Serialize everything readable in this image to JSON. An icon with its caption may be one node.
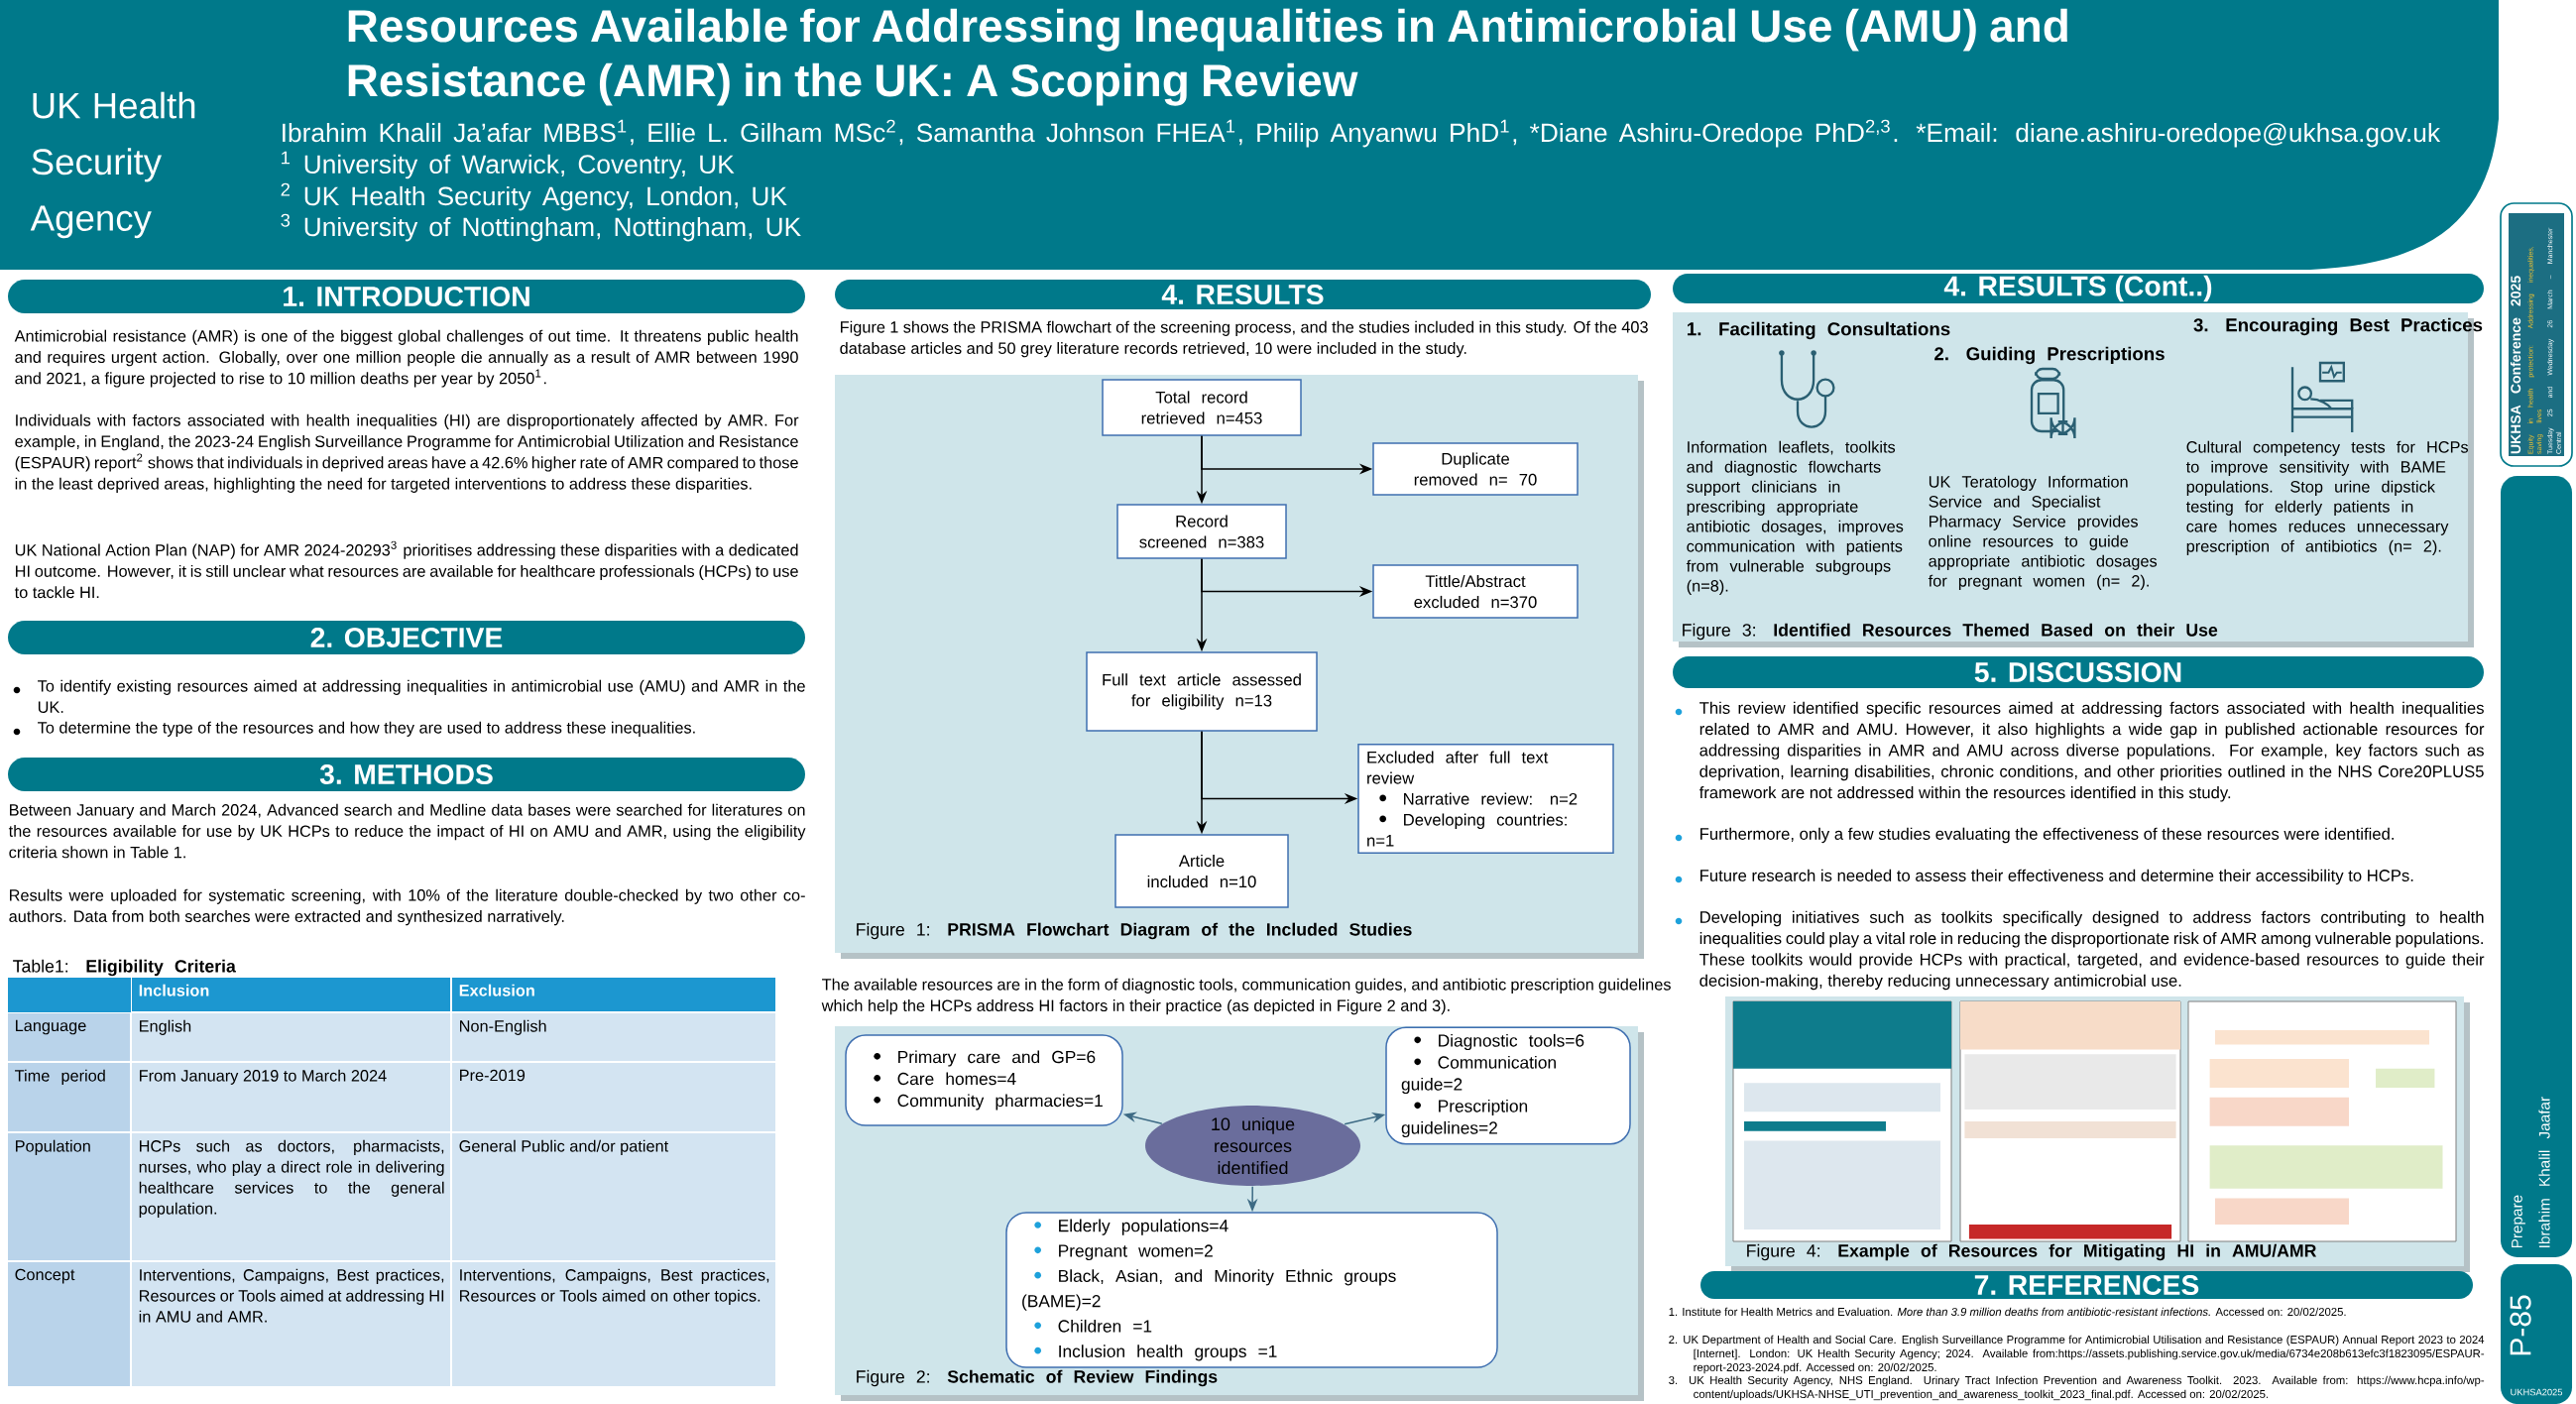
{
  "diagram": {
    "title": "Resources Available for Addressing Inequalities in Antimicrobial Use (AMU) and Resistance (AMR) in the UK: A Scoping Review",
    "nodes": [
      {
        "text": [
          "UK Health Security Agency",
          "Ibrahim Khalil Ja’afar MBBS$^{1}$, Ellie L. Gilham MSc$^{2}$, Samantha Johnson FHEA$^{1}$, Philip Anyanwu PhD$^{1}$, *Diane Ashiru-Oredope PhD$^{2,3}$.",
          "*Email: diane.ashiru-oredope@ukhsa.gov.uk",
          "$^{1}$ University of Warwick, Coventry, UK",
          "$^{2}$ UK Health Security Agency, London, UK",
          "$^{3}$ University of Nottingham, Nottingham, UK"
        ]
      },
      {
        "text": [
          "1. INTRODUCTION"
        ]
      },
      {
        "text": [
          "2. OBJECTIVE"
        ]
      },
      {
        "text": [
          "3. METHODS"
        ]
      },
      {
        "text": [
          "4. RESULTS"
        ]
      },
      {
        "text": [
          "Figure 1: **PRISMA Flowchart Diagram of the Included Studies**"
        ]
      },
      {
        "text": [
          "Total record retrieved n=453"
        ],
        "in": 5
      },
      {
        "text": [
          "Duplicate removed n= 70"
        ],
        "in": 5
      },
      {
        "text": [
          "Record screened n=383"
        ],
        "in": 5
      },
      {
        "text": [
          "Tittle/Abstract excluded n=370"
        ],
        "in": 5
      },
      {
        "text": [
          "Full text article assessed for eligibility n=13"
        ],
        "in": 5
      },
      {
        "text": [
          "Excluded after full text review",
          "Narrative review: n=2",
          "Developing countries: n=1"
        ],
        "in": 5
      },
      {
        "text": [
          "Article included n=10"
        ],
        "in": 5
      },
      {
        "text": [
          "Figure 2: **Schematic of Review Findings**"
        ]
      },
      {
        "text": [
          "Primary care and GP=6",
          "Care homes=4",
          "Community pharmacies=1"
        ],
        "in": 13
      },
      {
        "text": [
          "Diagnostic tools=6",
          "Communication guide=2",
          "Prescription guidelines=2"
        ],
        "in": 13
      },
      {
        "text": [
          "10 unique resources identified"
        ],
        "in": 13
      },
      {
        "text": [
          "Elderly populations=4",
          "Pregnant women=2",
          "Black, Asian, and Minority Ethnic groups (BAME)=2",
          "Children =1",
          "Inclusion health groups =1"
        ],
        "in": 13
      },
      {
        "text": [
          "4. RESULTS (Cont..)"
        ]
      },
      {
        "text": [
          "1. Facilitating Consultations",
          "Information leaflets, toolkits and  diagnostic flowcharts support clinicians in prescribing appropriate antibiotic dosages, improves communication with patients from vulnerable subgroups (n=8).",
          "2. Guiding Prescriptions",
          "UK Teratology Information Service and Specialist Pharmacy Service provides online resources to guide appropriate antibiotic dosages for pregnant women (n= 2).",
          "3. Encouraging Best Practices",
          "Cultural competency tests for HCPs to improve sensitivity with BAME populations. Stop urine dipstick testing for elderly patients in care homes reduces unnecessary prescription of antibiotics (n= 2).",
          "Figure 3:  **Identified Resources Themed Based on their Use**"
        ]
      },
      {
        "text": [
          "5. DISCUSSION"
        ]
      },
      {
        "text": [
          "Figure 4: **Example of Resources for Mitigating HI in AMU/AMR**"
        ]
      },
      {
        "text": [],
        "shape": "picture",
        "in": 21
      },
      {
        "text": [],
        "shape": "picture",
        "in": 21
      },
      {
        "text": [],
        "shape": "picture",
        "in": 21
      },
      {
        "text": [
          "7. REFERENCES"
        ]
      },
      {
        "text": [
          "UKHSA Conference 2025",
          "Equity in health protection: Addressing inequalities, saving lives",
          "Tuesday 25 and Wednesday 26 March – Manchester Central"
        ]
      },
      {
        "text": [
          "Prepare",
          "Ibrahim Khalil Jaafar"
        ]
      },
      {
        "text": [
          "P-85",
          "UKHSA2025"
        ]
      }
    ],
    "edges": [
      {
        "from": 6,
        "to": 8,
        "arrow": "to"
      },
      {
        "from": 6,
        "to": 7,
        "arrow": "to"
      },
      {
        "from": 8,
        "to": 10,
        "arrow": "to"
      },
      {
        "from": 8,
        "to": 9,
        "arrow": "to"
      },
      {
        "from": 10,
        "to": 12,
        "arrow": "to"
      },
      {
        "from": 10,
        "to": 11,
        "arrow": "to"
      },
      {
        "from": 16,
        "to": 14,
        "arrow": "to",
        "color": "#3d6a84"
      },
      {
        "from": 16,
        "to": 15,
        "arrow": "to",
        "color": "#3d6a84"
      },
      {
        "from": 16,
        "to": 17,
        "arrow": "to",
        "color": "#3d6a84"
      }
    ],
    "labels": [
      "Antimicrobial resistance (AMR) is one of the biggest global challenges of out time. It threatens public health and requires urgent action. Globally, over one million people die annually as a result of AMR between 1990 and 2021, a figure projected to rise to 10 million deaths per year by 2050$^{1}$.",
      "Individuals with factors associated with health inequalities (HI) are disproportionately affected by AMR. For example, in England, the 2023-24 English Surveillance Programme for Antimicrobial Utilization and Resistance (ESPAUR) report$^{2}$ shows that individuals in deprived areas have a 42.6% higher rate of AMR compared to those in the least deprived areas, highlighting the need for targeted interventions to address these disparities.",
      "UK National Action Plan (NAP) for AMR 2024-20293$^{3}$ prioritises addressing these disparities with a dedicated HI outcome. However, it is still unclear what resources are available for healthcare professionals (HCPs) to use to tackle HI.",
      "To identify existing resources aimed at addressing inequalities in antimicrobial use (AMU) and AMR in the UK.",
      "To determine the type of the resources and how they are used to address these inequalities.",
      "Between January and March 2024, Advanced search and Medline data bases were searched for literatures on the resources available for use by UK HCPs to reduce the impact of HI on AMU and AMR, using the eligibility criteria shown  in Table 1.",
      "Results were uploaded for systematic screening, with 10% of the literature double-checked by two other co-authors. Data from both searches were extracted and synthesized narratively.",
      "Table1: **Eligibility Criteria**",
      "Inclusion",
      "Exclusion",
      "Language",
      "English",
      "Non-English",
      "Time period",
      "From January 2019 to March 2024",
      "Pre-2019",
      "Population",
      "HCPs such as doctors, pharmacists, nurses,  who play a direct role in delivering healthcare services to the general population.",
      "General Public and/or patient",
      "Concept",
      "Interventions, Campaigns, Best practices, Resources or Tools aimed at addressing HI in AMU and AMR.",
      "Interventions, Campaigns, Best practices, Resources or Tools aimed on other topics.",
      "Figure 1 shows the PRISMA flowchart of the screening process, and the studies included in this study. Of the 403 database articles and 50 grey literature records retrieved, 10 were included in the study.",
      "The available resources are in the form of diagnostic tools, communication guides, and antibiotic prescription guidelines which help the HCPs address HI factors in their practice  (as depicted in Figure 2 and 3).",
      "This review identified specific resources aimed at addressing factors associated with health inequalities related to AMR and AMU. However, it also highlights a wide gap in published actionable resources for addressing disparities in AMR and AMU across diverse populations. For example, key factors such as deprivation, learning disabilities, chronic conditions, and other priorities outlined in the NHS Core20PLUS5 framework are not addressed within the resources identified in this study.",
      "Furthermore, only a few studies evaluating the effectiveness of these resources were identified.",
      "Future research is needed to assess their effectiveness and determine their accessibility to HCPs.",
      "Developing initiatives such as toolkits specifically designed to address factors contributing to health inequalities could play a vital role in reducing the disproportionate risk of AMR among vulnerable populations. These toolkits would provide HCPs with practical, targeted, and evidence-based resources to guide their decision-making, thereby reducing unnecessary antimicrobial use.",
      "1. Institute for Health Metrics and Evaluation. *More than 3.9 million deaths from antibiotic-resistant infections.* Accessed on: 20/02/2025.",
      "2. UK Department of Health and Social Care. English Surveillance Programme for Antimicrobial Utilisation and Resistance (ESPAUR) Annual Report 2023 to 2024 [Internet]. London: UK Health Security Agency; 2024. Available from:https://assets.publishing.service.gov.uk/media/6734e208b613efc3f1823095/ESPAUR-report-2023-2024.pdf. Accessed on: 20/02/2025.",
      "3. UK Health Security Agency, NHS England. Urinary Tract Infection Prevention and Awareness Toolkit. 2023. Available from: https://www.hcpa.info/wp-content/uploads/UKHSA-NHSE_UTI_prevention_and_awareness_toolkit_2023_final.pdf. Accessed on: 20/02/2025."
    ]
  }
}
